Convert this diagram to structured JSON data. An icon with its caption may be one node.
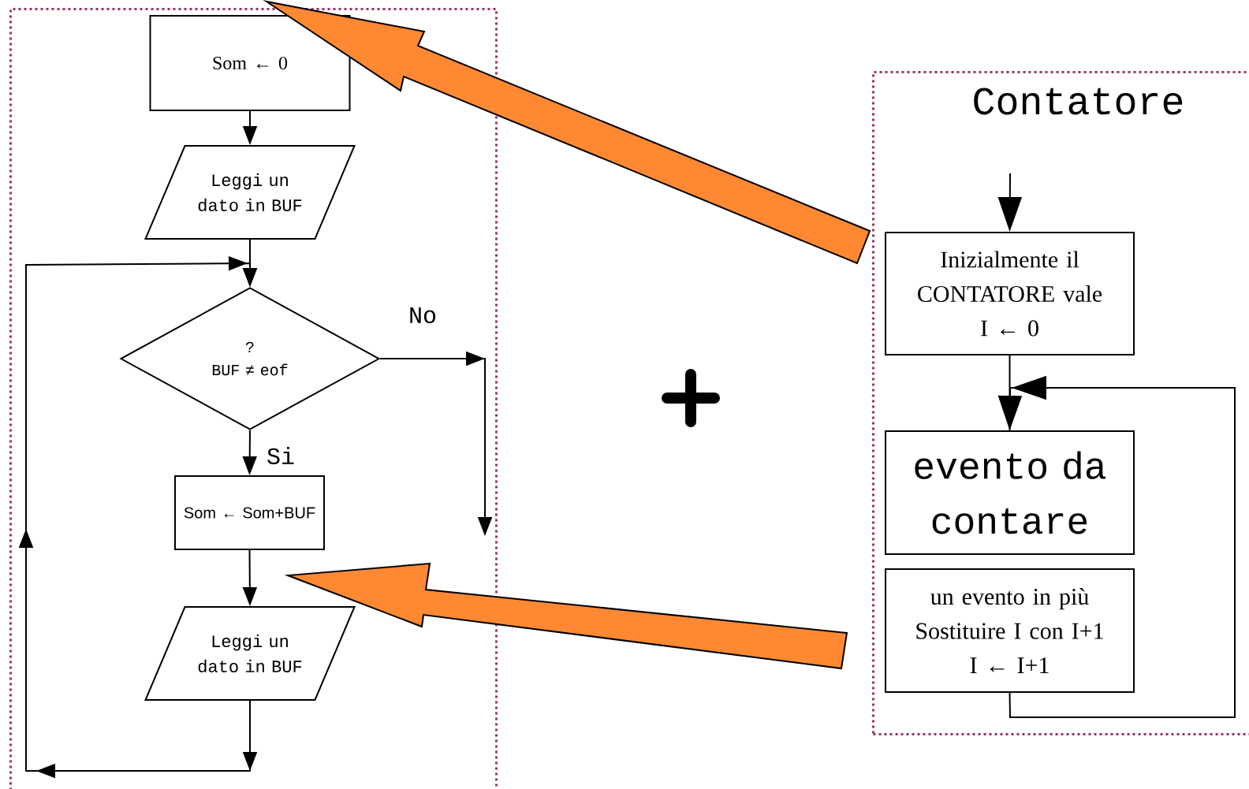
{
  "diagram": {
    "nodes": [
      {
        "text": [],
        "shape": "box"
      },
      {
        "text": [
          "Som ← 0"
        ],
        "in": 0
      },
      {
        "text": [
          "Leggi un dato in BUF"
        ],
        "in": 0
      },
      {
        "text": [
          "?",
          "BUF ≠ eof"
        ],
        "in": 0
      },
      {
        "text": [
          "Som ← Som+BUF"
        ],
        "in": 0
      },
      {
        "text": [
          "Leggi un dato in BUF"
        ],
        "in": 0
      },
      {
        "text": [
          "Contatore"
        ]
      },
      {
        "text": [
          "Inizialmente il CONTATORE vale",
          "I ← 0"
        ],
        "in": 6
      },
      {
        "text": [
          "evento da contare"
        ],
        "in": 6
      },
      {
        "text": [
          "un evento in più",
          "Sostituire I con I+1",
          "I ← I+1"
        ],
        "in": 6
      }
    ],
    "edges": [
      {
        "from": 1,
        "to": 2,
        "arrow": "to"
      },
      {
        "from": 2,
        "to": 3,
        "arrow": "to"
      },
      {
        "from": 3,
        "to": 4,
        "arrow": "to",
        "label": "Si"
      },
      {
        "from": 3,
        "to": null,
        "arrow": "to",
        "label": "No"
      },
      {
        "from": 4,
        "to": 5,
        "arrow": "to"
      },
      {
        "from": 5,
        "to": 3,
        "arrow": "to"
      },
      {
        "from": null,
        "to": 7,
        "arrow": "to"
      },
      {
        "from": 7,
        "to": 8,
        "arrow": "none"
      },
      {
        "from": 9,
        "to": 8,
        "arrow": "to"
      },
      {
        "from": 7,
        "to": 0,
        "arrow": "to",
        "style": "thick",
        "color": "#ff8833"
      },
      {
        "from": 9,
        "to": 0,
        "arrow": "to",
        "style": "thick",
        "color": "#ff8833"
      }
    ]
  }
}
